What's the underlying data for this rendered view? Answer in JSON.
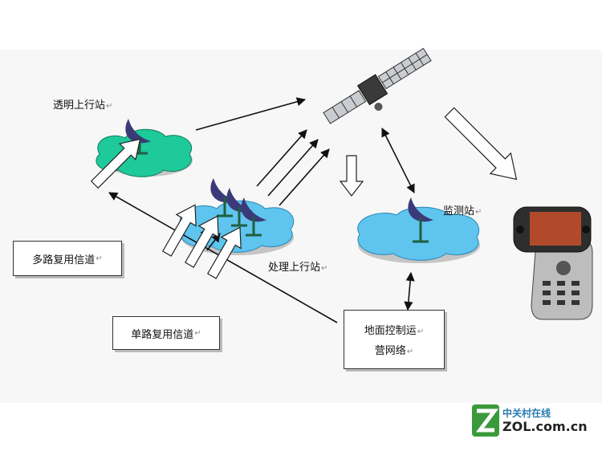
{
  "labels": {
    "transparent_uplink": "透明上行站",
    "processing_uplink": "处理上行站",
    "monitor_station": "监测站"
  },
  "boxes": {
    "multiplex_channel": "多路复用信道",
    "single_channel": "单路复用信道",
    "ground_control_line1": "地面控制运",
    "ground_control_line2": "营网络"
  },
  "paragraph_mark": "↵",
  "watermark": {
    "name_cn": "中关村在线",
    "domain": "ZOL.com.cn"
  },
  "colors": {
    "green_cloud": "#1ec99a",
    "blue_cloud": "#5fc4ee",
    "dish": "#3b3a78",
    "stand": "#1f5f3f"
  }
}
